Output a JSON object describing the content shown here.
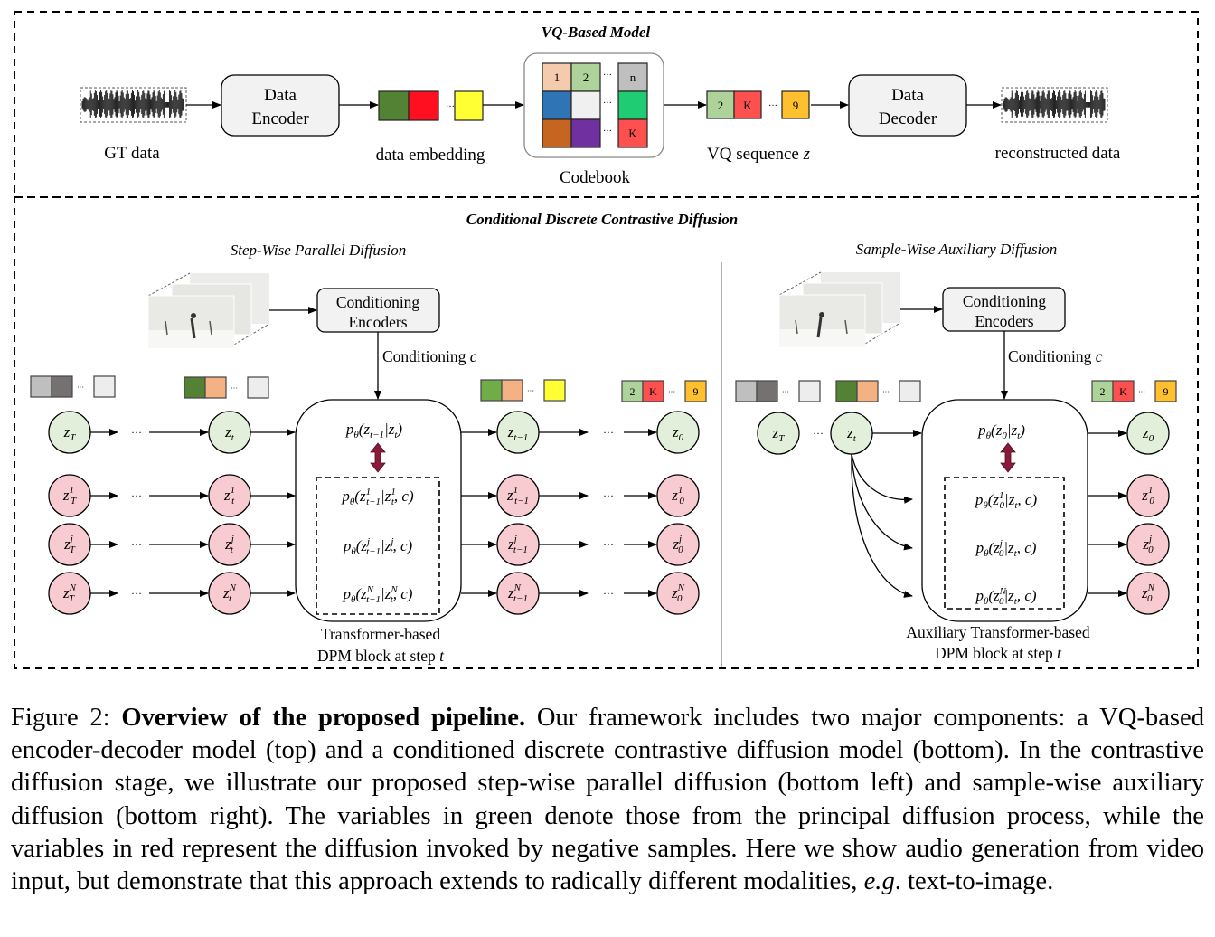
{
  "top_section": {
    "title": "VQ-Based Model",
    "gt_label": "GT data",
    "encoder_line1": "Data",
    "encoder_line2": "Encoder",
    "embedding_label": "data embedding",
    "codebook_label": "Codebook",
    "codebook_cells": [
      {
        "text": "1",
        "color": "#f5cbae"
      },
      {
        "text": "2",
        "color": "#aed39a"
      },
      {
        "text": "",
        "color": "#2f74b5"
      },
      {
        "text": "",
        "color": "#f0f0f0"
      },
      {
        "text": "",
        "color": "#c5651f"
      },
      {
        "text": "",
        "color": "#7030a0"
      },
      {
        "text": "n",
        "color": "#bfbfbf"
      },
      {
        "text": "",
        "color": "#1fcc73"
      },
      {
        "text": "K",
        "color": "#ff5050"
      }
    ],
    "embedding_colors": [
      "#548235",
      "#ff0f1f",
      "#ffff33"
    ],
    "vq_cells": [
      {
        "text": "2",
        "color": "#aed39a"
      },
      {
        "text": "K",
        "color": "#ff5050"
      },
      {
        "text": "9",
        "color": "#ffc02f"
      }
    ],
    "vq_label": "VQ sequence",
    "vq_var": "z",
    "decoder_line1": "Data",
    "decoder_line2": "Decoder",
    "recon_label": "reconstructed data",
    "ellipsis": "···"
  },
  "bottom_section": {
    "title": "Conditional Discrete Contrastive Diffusion",
    "left": {
      "subtitle": "Step-Wise Parallel Diffusion",
      "cond_enc_line1": "Conditioning",
      "cond_enc_line2": "Encoders",
      "cond_label": "Conditioning",
      "cond_var": "c",
      "block_caption_line1": "Transformer-based",
      "block_caption_line2": "DPM block at step",
      "block_caption_var": "t",
      "main_formula": "pθ(zt−1|zt)",
      "neg_formulas": [
        "pθ(z¹t−1|z¹t, c)",
        "pθ(zʲt−1|zʲt, c)",
        "pθ(zᴺt−1|zᴺt, c)"
      ],
      "token_groups": [
        [
          "#bfbfbf",
          "#767171",
          "#ededed"
        ],
        [
          "#548235",
          "#f4b183",
          "#ededed"
        ],
        [
          "#70ad47",
          "#f4b183",
          "#ffff33"
        ],
        [
          "#aed39a",
          "#ff5050",
          "#ffc02f"
        ]
      ],
      "token_labels": [
        "2",
        "K",
        "9"
      ],
      "nodes_green": [
        "z_T",
        "z_t",
        "z_{t-1}",
        "z_0"
      ],
      "nodes_red": [
        [
          "z_T^1",
          "z_t^1",
          "z_{t-1}^1",
          "z_0^1"
        ],
        [
          "z_T^j",
          "z_t^j",
          "z_{t-1}^j",
          "z_0^j"
        ],
        [
          "z_T^N",
          "z_t^N",
          "z_{t-1}^N",
          "z_0^N"
        ]
      ]
    },
    "right": {
      "subtitle": "Sample-Wise Auxiliary Diffusion",
      "cond_enc_line1": "Conditioning",
      "cond_enc_line2": "Encoders",
      "cond_label": "Conditioning",
      "cond_var": "c",
      "block_caption_line1": "Auxiliary Transformer-based",
      "block_caption_line2": "DPM block at step",
      "block_caption_var": "t",
      "main_formula": "pθ(z0|zt)",
      "neg_formulas": [
        "pθ(z¹0|zt, c)",
        "pθ(zʲ0|zt, c)",
        "pθ(zᴺ0|zt, c)"
      ],
      "nodes_green": [
        "z_T",
        "z_t",
        "z_0"
      ],
      "nodes_red": [
        "z_0^1",
        "z_0^j",
        "z_0^N"
      ]
    },
    "colors": {
      "green_node": "#e2efda",
      "red_node": "#f8cbd0",
      "contrast_arrow": "#8b1a3a",
      "box_fill": "#f2f2f2"
    }
  },
  "caption": {
    "prefix": "Figure 2: ",
    "bold": "Overview of the proposed pipeline.",
    "body1": " Our framework includes two major components: a VQ-based encoder-decoder model (top) and a conditioned discrete contrastive diffusion model (bottom). In the contrastive diffusion stage, we illustrate our proposed step-wise parallel diffusion (bottom left) and sample-wise auxiliary diffusion (bottom right).  The variables in green denote those from the principal diffusion process, while the variables in red represent the diffusion invoked by negative samples. Here we show audio generation from video input, but demonstrate that this approach extends to radically different modalities, ",
    "eg": "e.g",
    "body2": ". text-to-image."
  }
}
